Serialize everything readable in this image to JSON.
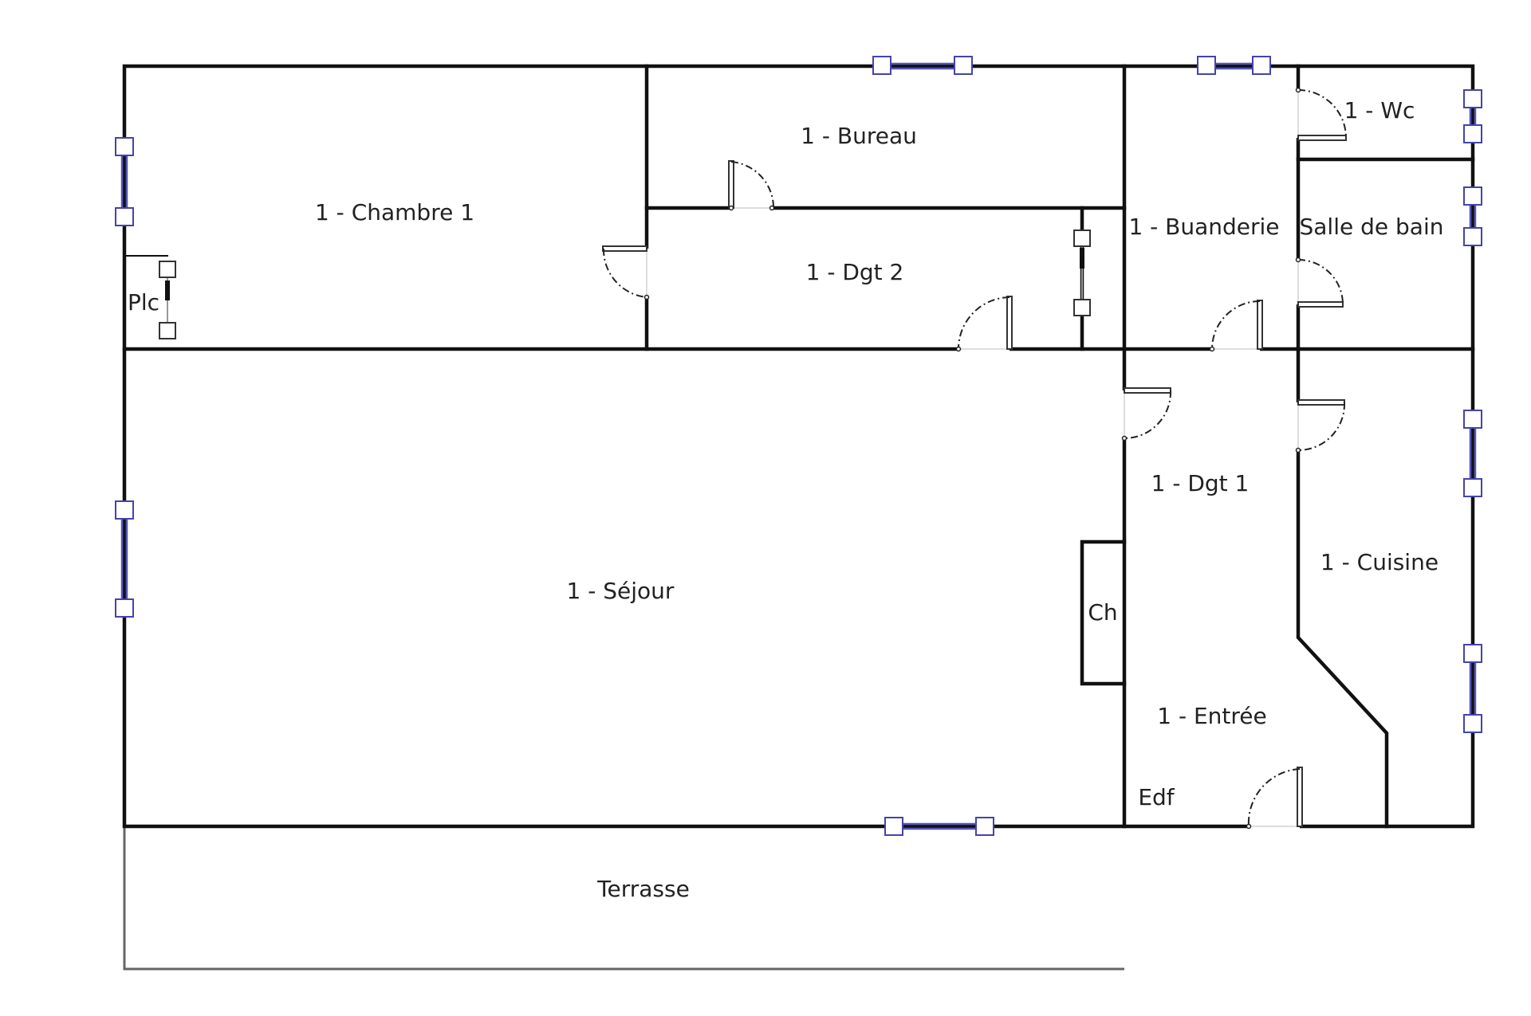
{
  "plan": {
    "rooms": {
      "chambre": "1 - Chambre 1",
      "bureau": "1 - Bureau",
      "dgt2": "1 - Dgt 2",
      "buanderie": "1 - Buanderie",
      "wc": "1 - Wc",
      "salle_de_bain": "Salle de bain",
      "plc": "Plc",
      "sejour": "1 - Séjour",
      "dgt1": "1 - Dgt 1",
      "cuisine": "1 - Cuisine",
      "ch": "Ch",
      "entree": "1 - Entrée",
      "edf": "Edf",
      "terrasse": "Terrasse"
    },
    "colors": {
      "walls": "#111111",
      "windows": "#4444aa",
      "background": "#ffffff"
    }
  }
}
